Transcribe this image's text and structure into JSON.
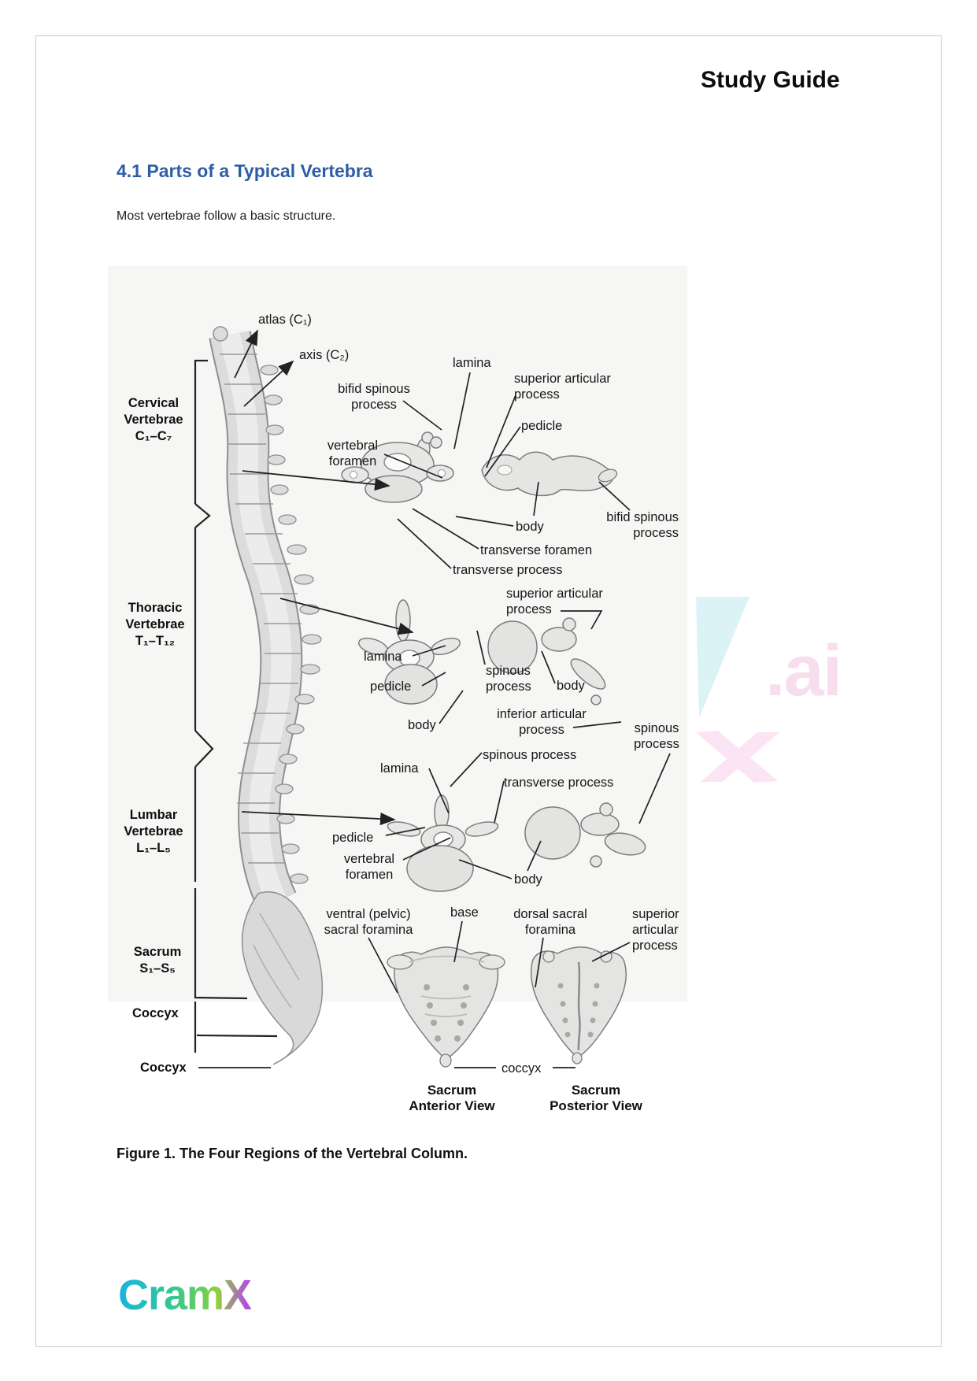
{
  "page": {
    "header_title": "Study Guide",
    "section_heading": "4.1 Parts of a Typical Vertebra",
    "intro_text": "Most vertebrae follow a basic structure.",
    "figure_caption": "Figure 1. The Four Regions of the Vertebral Column.",
    "brand_logo": "CramX",
    "watermark": ".ai",
    "colors": {
      "heading": "#2e5da8",
      "logo_gradient": [
        "#1cb5d8",
        "#34c795",
        "#8fd23c",
        "#b44be0"
      ],
      "watermark_pink": "#f8ddee",
      "watermark_cyan": "#dbf3f7"
    }
  },
  "figure": {
    "region_labels": [
      {
        "text": "Cervical\nVertebrae\nC₁–C₇"
      },
      {
        "text": "Thoracic\nVertebrae\nT₁–T₁₂"
      },
      {
        "text": "Lumbar\nVertebrae\nL₁–L₅"
      },
      {
        "text": "Sacrum\nS₁–S₅"
      },
      {
        "text": "Coccyx"
      },
      {
        "text": "Coccyx"
      }
    ],
    "annotations": [
      {
        "text": "atlas (C₁)"
      },
      {
        "text": "axis (C₂)"
      },
      {
        "text": "lamina"
      },
      {
        "text": "superior articular\nprocess"
      },
      {
        "text": "bifid spinous\nprocess"
      },
      {
        "text": "pedicle"
      },
      {
        "text": "vertebral\nforamen"
      },
      {
        "text": "body"
      },
      {
        "text": "bifid spinous\nprocess"
      },
      {
        "text": "transverse foramen"
      },
      {
        "text": "transverse process"
      },
      {
        "text": "superior articular\nprocess"
      },
      {
        "text": "lamina"
      },
      {
        "text": "spinous\nprocess"
      },
      {
        "text": "body"
      },
      {
        "text": "pedicle"
      },
      {
        "text": "body"
      },
      {
        "text": "inferior articular\nprocess"
      },
      {
        "text": "spinous\nprocess"
      },
      {
        "text": "spinous process"
      },
      {
        "text": "lamina"
      },
      {
        "text": "transverse process"
      },
      {
        "text": "pedicle"
      },
      {
        "text": "vertebral\nforamen"
      },
      {
        "text": "body"
      },
      {
        "text": "ventral (pelvic)\nsacral foramina"
      },
      {
        "text": "base"
      },
      {
        "text": "dorsal sacral\nforamina"
      },
      {
        "text": "superior\narticular\nprocess"
      },
      {
        "text": "coccyx"
      }
    ],
    "view_titles": [
      {
        "text": "Sacrum\nAnterior View"
      },
      {
        "text": "Sacrum\nPosterior View"
      }
    ]
  }
}
